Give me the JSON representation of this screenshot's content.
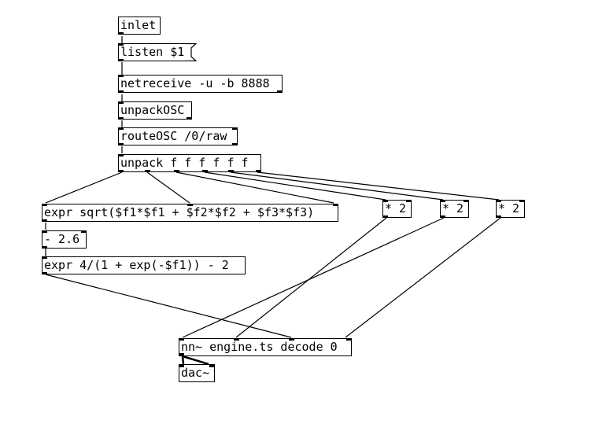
{
  "patch": {
    "objects": [
      {
        "id": "inlet",
        "text": "inlet",
        "kind": "object"
      },
      {
        "id": "listen",
        "text": "listen $1",
        "kind": "message"
      },
      {
        "id": "netreceive",
        "text": "netreceive -u -b 8888",
        "kind": "object"
      },
      {
        "id": "unpackosc",
        "text": "unpackOSC",
        "kind": "object"
      },
      {
        "id": "routeosc",
        "text": "routeOSC /0/raw",
        "kind": "object"
      },
      {
        "id": "unpack",
        "text": "unpack f f f f f f",
        "kind": "object"
      },
      {
        "id": "expr1",
        "text": "expr sqrt($f1*$f1 + $f2*$f2 + $f3*$f3)",
        "kind": "object"
      },
      {
        "id": "minus",
        "text": "- 2.6",
        "kind": "object"
      },
      {
        "id": "expr2",
        "text": "expr 4/(1 + exp(-$f1)) - 2",
        "kind": "object"
      },
      {
        "id": "mul1",
        "text": "* 2",
        "kind": "object"
      },
      {
        "id": "mul2",
        "text": "* 2",
        "kind": "object"
      },
      {
        "id": "mul3",
        "text": "* 2",
        "kind": "object"
      },
      {
        "id": "nn",
        "text": "nn~ engine.ts decode 0",
        "kind": "object"
      },
      {
        "id": "dac",
        "text": "dac~",
        "kind": "object"
      }
    ]
  }
}
